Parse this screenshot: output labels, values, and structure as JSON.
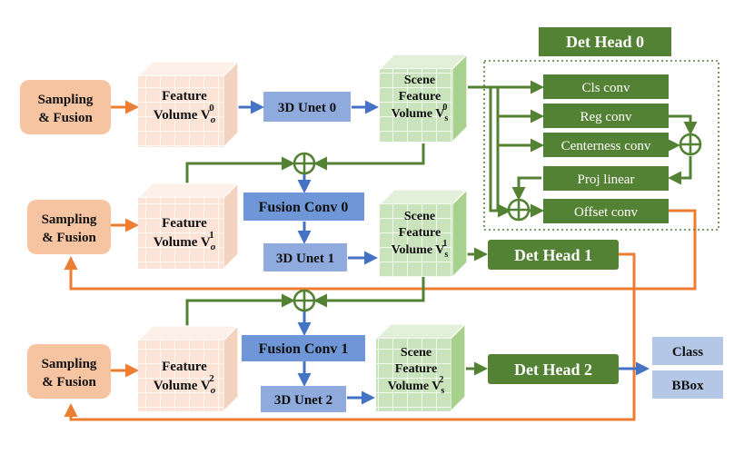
{
  "colors": {
    "sampling_fill": "#f7c4a2",
    "feature_cube_front": "#fbe3d6",
    "feature_cube_top": "#fdf0e8",
    "feature_cube_side": "#f3d2bf",
    "scene_cube_front": "#c9e3bc",
    "scene_cube_top": "#e2f0d9",
    "scene_cube_side": "#a9d18e",
    "unet_fill": "#8faadc",
    "fusion_conv_fill": "#6f96d6",
    "head_fill": "#548235",
    "output_fill": "#b4c7e7",
    "arrow_orange": "#ed7d31",
    "arrow_blue": "#4472c4",
    "arrow_green": "#548235"
  },
  "sampling": [
    "Sampling\n& Fusion",
    "Sampling\n& Fusion",
    "Sampling\n& Fusion"
  ],
  "feature_volumes": [
    {
      "title": "Feature",
      "sym": "Volume V",
      "sup": "0",
      "sub": "o"
    },
    {
      "title": "Feature",
      "sym": "Volume V",
      "sup": "1",
      "sub": "o"
    },
    {
      "title": "Feature",
      "sym": "Volume V",
      "sup": "2",
      "sub": "o"
    }
  ],
  "unets": [
    "3D Unet 0",
    "3D Unet 1",
    "3D Unet 2"
  ],
  "fusion_convs": [
    "Fusion Conv 0",
    "Fusion Conv 1"
  ],
  "scene_volumes": [
    {
      "title1": "Scene",
      "title2": "Feature",
      "sym": "Volume V",
      "sup": "0",
      "sub": "s"
    },
    {
      "title1": "Scene",
      "title2": "Feature",
      "sym": "Volume V",
      "sup": "1",
      "sub": "s"
    },
    {
      "title1": "Scene",
      "title2": "Feature",
      "sym": "Volume V",
      "sup": "2",
      "sub": "s"
    }
  ],
  "det_head_0": {
    "title": "Det Head 0",
    "branches": [
      "Cls conv",
      "Reg conv",
      "Centerness conv",
      "Proj linear",
      "Offset conv"
    ]
  },
  "det_heads": [
    "Det Head 1",
    "Det Head 2"
  ],
  "outputs": [
    "Class",
    "BBox"
  ]
}
